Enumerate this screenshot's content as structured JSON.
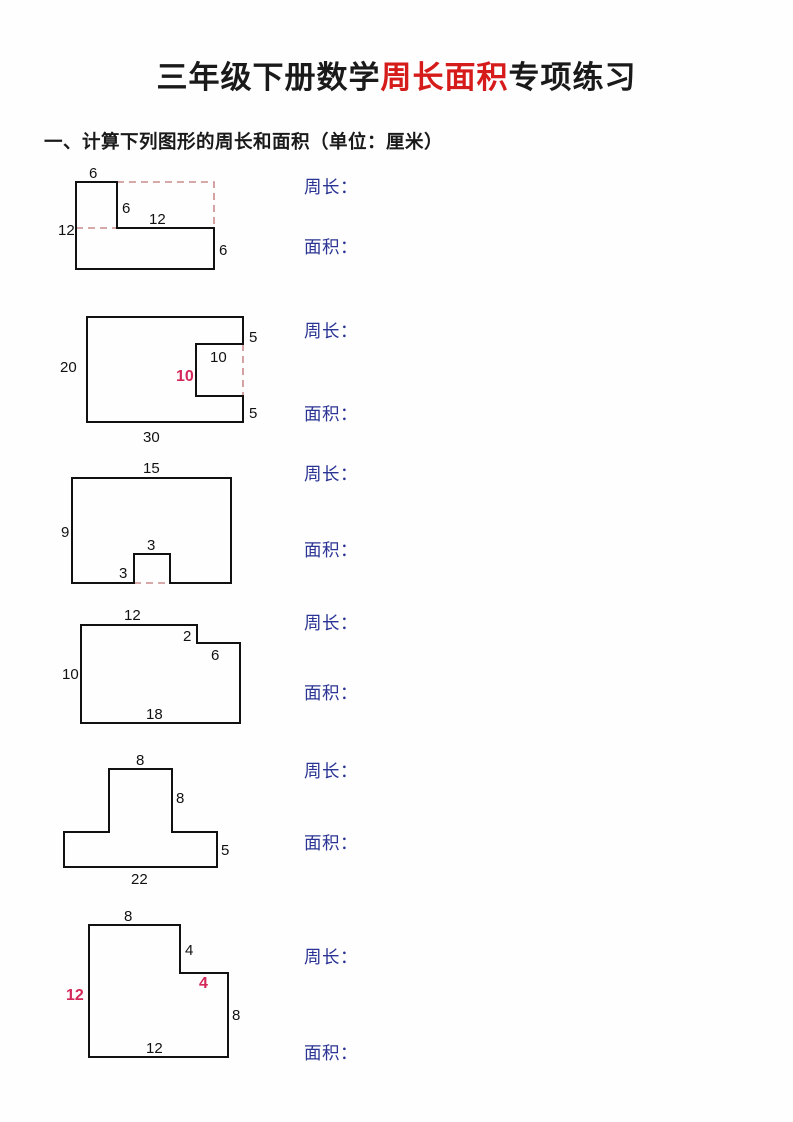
{
  "title": {
    "part1": "三年级下册数学",
    "part2_red": "周长面积",
    "part3": "专项练习"
  },
  "subtitle": "一、计算下列图形的周长和面积（单位：厘米）",
  "colors": {
    "title_black": "#1a1a1a",
    "title_red": "#d61b1b",
    "prompt_blue": "#2b3494",
    "outline_black": "#111111",
    "dashed_red": "#c98b8b",
    "handwritten_red": "#d4285a"
  },
  "prompts": {
    "perimeter": "周长：",
    "area": "面积："
  },
  "problems": [
    {
      "index": 1,
      "shape": "L-shape-step-down-right",
      "labels": [
        {
          "text": "6",
          "color": "black",
          "position": "top-left-segment"
        },
        {
          "text": "6",
          "color": "black",
          "position": "inner-vertical"
        },
        {
          "text": "12",
          "color": "black",
          "position": "inner-horizontal"
        },
        {
          "text": "12",
          "color": "black",
          "position": "left-outer"
        },
        {
          "text": "6",
          "color": "black",
          "position": "right-lower-vertical"
        }
      ],
      "perimeter_label": "周长：",
      "area_label": "面积："
    },
    {
      "index": 2,
      "shape": "rectangle-with-right-notch",
      "labels": [
        {
          "text": "20",
          "color": "black",
          "position": "left"
        },
        {
          "text": "30",
          "color": "black",
          "position": "bottom"
        },
        {
          "text": "5",
          "color": "black",
          "position": "right-top"
        },
        {
          "text": "10",
          "color": "black",
          "position": "notch-top"
        },
        {
          "text": "10",
          "color": "red",
          "position": "notch-left-handwritten"
        },
        {
          "text": "5",
          "color": "black",
          "position": "right-bottom"
        }
      ],
      "perimeter_label": "周长：",
      "area_label": "面积："
    },
    {
      "index": 3,
      "shape": "rectangle-with-bottom-notch",
      "labels": [
        {
          "text": "15",
          "color": "black",
          "position": "top"
        },
        {
          "text": "9",
          "color": "black",
          "position": "left"
        },
        {
          "text": "3",
          "color": "black",
          "position": "notch-top"
        },
        {
          "text": "3",
          "color": "black",
          "position": "notch-left"
        }
      ],
      "perimeter_label": "周长：",
      "area_label": "面积："
    },
    {
      "index": 4,
      "shape": "rectangle-with-small-top-right-step",
      "labels": [
        {
          "text": "12",
          "color": "black",
          "position": "top"
        },
        {
          "text": "2",
          "color": "black",
          "position": "step-vertical"
        },
        {
          "text": "6",
          "color": "black",
          "position": "right-upper"
        },
        {
          "text": "10",
          "color": "black",
          "position": "left"
        },
        {
          "text": "18",
          "color": "black",
          "position": "bottom"
        }
      ],
      "perimeter_label": "周长：",
      "area_label": "面积："
    },
    {
      "index": 5,
      "shape": "T-shape",
      "labels": [
        {
          "text": "8",
          "color": "black",
          "position": "stem-top"
        },
        {
          "text": "8",
          "color": "black",
          "position": "stem-right-vertical"
        },
        {
          "text": "5",
          "color": "black",
          "position": "base-right-vertical"
        },
        {
          "text": "22",
          "color": "black",
          "position": "bottom"
        }
      ],
      "perimeter_label": "周长：",
      "area_label": "面积："
    },
    {
      "index": 6,
      "shape": "L-shape-notch-top-right",
      "labels": [
        {
          "text": "8",
          "color": "black",
          "position": "top"
        },
        {
          "text": "4",
          "color": "black",
          "position": "inner-vertical"
        },
        {
          "text": "4",
          "color": "red",
          "position": "inner-horizontal-handwritten"
        },
        {
          "text": "12",
          "color": "red",
          "position": "left-handwritten"
        },
        {
          "text": "8",
          "color": "black",
          "position": "right-vertical"
        },
        {
          "text": "12",
          "color": "black",
          "position": "bottom"
        }
      ],
      "perimeter_label": "周长：",
      "area_label": "面积："
    }
  ]
}
